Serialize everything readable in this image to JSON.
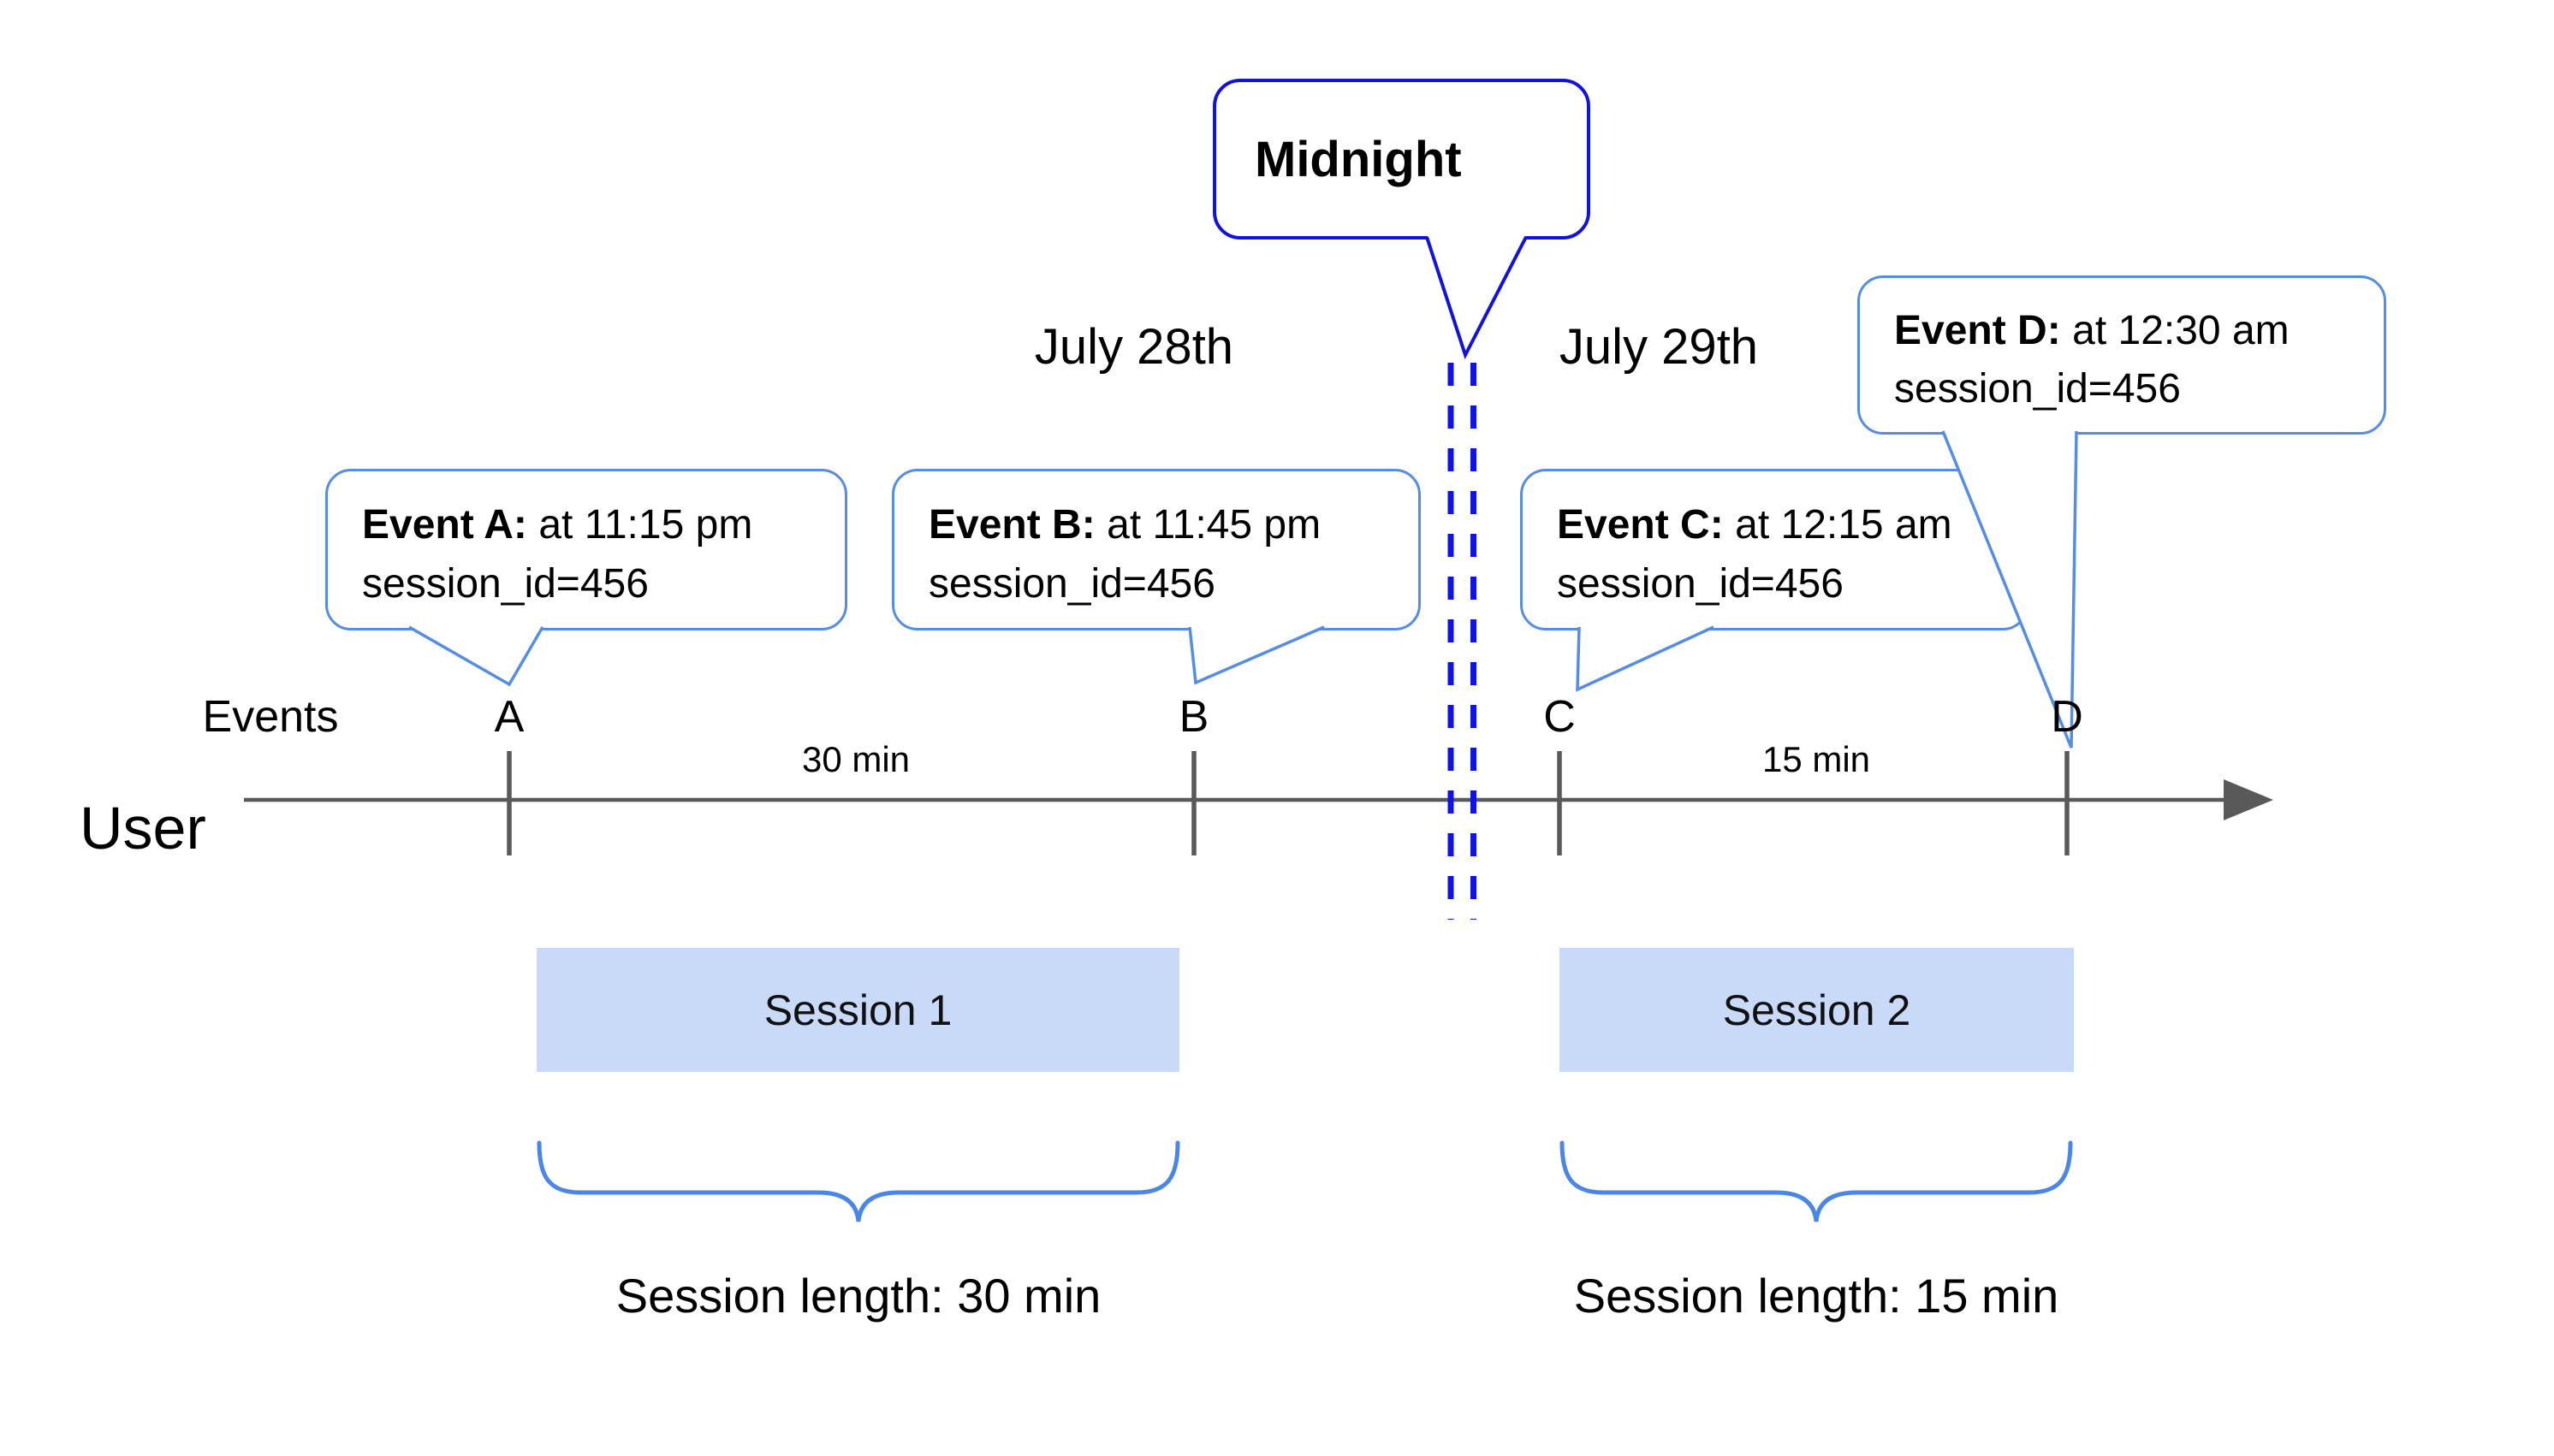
{
  "dates": {
    "before": "July 28th",
    "after": "July 29th"
  },
  "midnight_callout": {
    "text": "Midnight"
  },
  "axis": {
    "events_label": "Events",
    "user_label": "User"
  },
  "events": [
    {
      "id": "A",
      "tick_label": "A",
      "title": "Event A:",
      "time": "at 11:15 pm",
      "detail": "session_id=456"
    },
    {
      "id": "B",
      "tick_label": "B",
      "title": "Event B:",
      "time": "at 11:45 pm",
      "detail": "session_id=456"
    },
    {
      "id": "C",
      "tick_label": "C",
      "title": "Event C:",
      "time": "at 12:15 am",
      "detail": "session_id=456"
    },
    {
      "id": "D",
      "tick_label": "D",
      "title": "Event D:",
      "time": "at 12:30 am",
      "detail": "session_id=456"
    }
  ],
  "intervals": [
    {
      "label": "30 min"
    },
    {
      "label": "15 min"
    }
  ],
  "sessions": [
    {
      "name": "Session 1",
      "length": "Session length: 30 min"
    },
    {
      "name": "Session 2",
      "length": "Session length: 15 min"
    }
  ],
  "colors": {
    "timeline_gray": "#595959",
    "callout_border_blue": "#548ce6",
    "midnight_blue": "#1212dd",
    "dashed_line_blue": "#0f13e8",
    "brace_blue": "#4a86e8",
    "session_fill_blue": "#c9daf8"
  }
}
